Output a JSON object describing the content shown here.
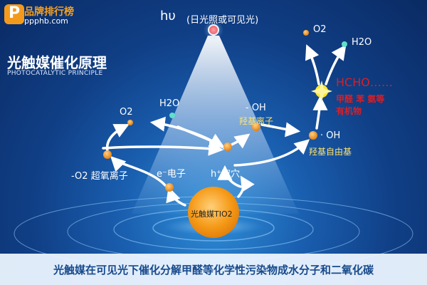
{
  "logo": {
    "glyph": "P",
    "name": "品牌排行榜",
    "url": "ppphb.com"
  },
  "title": {
    "cn": "光触媒催化原理",
    "en": "PHOTOCATALYTIC PRINCIPLE"
  },
  "light": {
    "symbol": "hυ",
    "note": "(日光照或可见光)"
  },
  "core": {
    "label": "光触媒TIO2"
  },
  "labels": {
    "o2_left": "O2",
    "h2o_left": "H2O",
    "o2_radical_left": "-O2 超氧离子",
    "electron": "e⁻电子",
    "hole": "h⁺空穴",
    "oh_minus": "- OH",
    "oh_minus_note": "羟基离子",
    "oh_radical": "· OH",
    "oh_radical_note": "羟基自由基",
    "o2_right": "O2",
    "h2o_right": "H2O",
    "hcho": "HCHO……",
    "pollutants_line1": "甲醛 苯 氨等",
    "pollutants_line2": "有机物"
  },
  "footer": {
    "text": "光触媒在可见光下催化分解甲醛等化学性污染物成水分子和二氧化碳"
  },
  "colors": {
    "accent_orange": "#f39a1d",
    "label_yellow": "#ffe26a",
    "label_red": "#d81f26",
    "footer_text": "#174a8c"
  }
}
